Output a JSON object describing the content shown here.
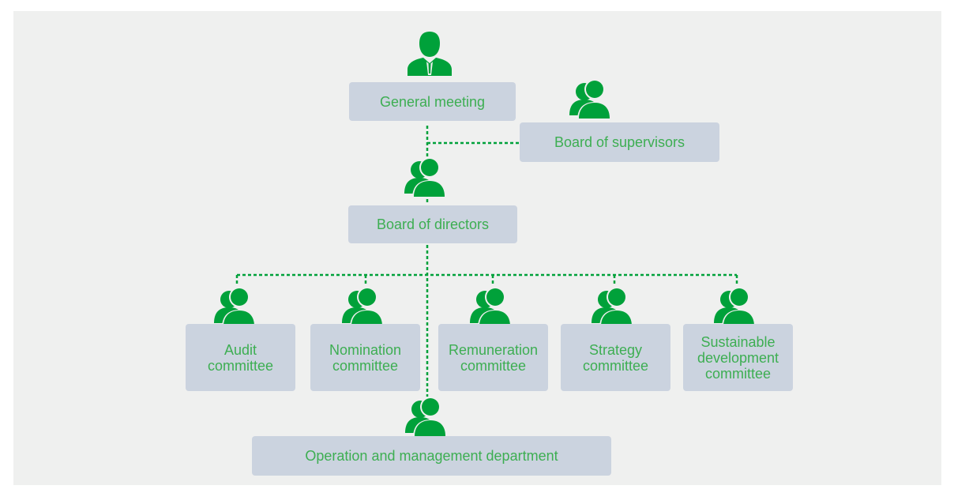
{
  "colors": {
    "background": "#eff0ef",
    "box_fill": "#cbd3df",
    "accent_green": "#00a13a",
    "text_green": "#3dae52"
  },
  "nodes": {
    "general_meeting": {
      "label": "General meeting",
      "icon": "person-icon"
    },
    "board_of_supervisors": {
      "label": "Board of supervisors",
      "icon": "group-icon"
    },
    "board_of_directors": {
      "label": "Board of directors",
      "icon": "group-icon"
    },
    "committees": [
      {
        "lines": [
          "Audit",
          "committee"
        ],
        "icon": "group-icon"
      },
      {
        "lines": [
          "Nomination",
          "committee"
        ],
        "icon": "group-icon"
      },
      {
        "lines": [
          "Remuneration",
          "committee"
        ],
        "icon": "group-icon"
      },
      {
        "lines": [
          "Strategy",
          "committee"
        ],
        "icon": "group-icon"
      },
      {
        "lines": [
          "Sustainable",
          "development",
          "committee"
        ],
        "icon": "group-icon"
      }
    ],
    "operation_management": {
      "label": "Operation and management department",
      "icon": "group-icon"
    }
  }
}
